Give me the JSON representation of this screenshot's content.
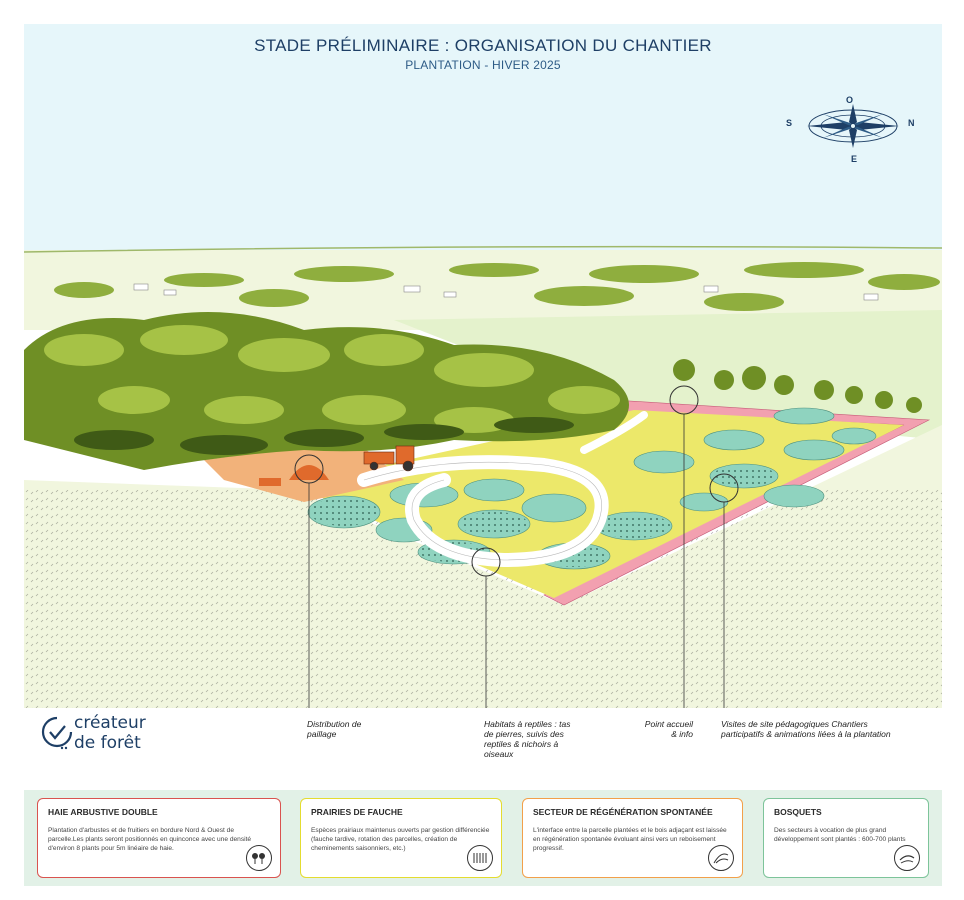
{
  "header": {
    "title": "STADE PRÉLIMINAIRE : ORGANISATION DU CHANTIER",
    "subtitle": "PLANTATION - HIVER 2025"
  },
  "compass": {
    "north": "N",
    "south": "S",
    "west": "O",
    "east": "E"
  },
  "callouts": [
    {
      "text": "Distribution de paillage"
    },
    {
      "text": "Habitats à reptiles : tas de pierres, suivis des reptiles & nichoirs à oiseaux"
    },
    {
      "text": "Point accueil & info"
    },
    {
      "text": "Visites de site pédagogiques Chantiers participatifs & animations liées à la plantation"
    }
  ],
  "logo": {
    "line1": "créateur",
    "line2": "de forêt"
  },
  "legend": [
    {
      "title": "HAIE ARBUSTIVE DOUBLE",
      "text": "Plantation d'arbustes et de fruitiers en bordure Nord & Ouest de parcelle.Les plants seront positionnés en quinconce avec une densité d'environ 8 plants pour 5m linéaire de haie.",
      "icon": "shrub-hedge-icon",
      "color": "#d9534f"
    },
    {
      "title": "PRAIRIES DE FAUCHE",
      "text": "Espèces prairiaux maintenus ouverts par gestion différenciée (fauche tardive, rotation des parcelles, création de cheminements saisonniers, etc.)",
      "icon": "meadow-icon",
      "color": "#e4dc2f"
    },
    {
      "title": "SECTEUR DE RÉGÉNÉRATION SPONTANÉE",
      "text": "L'interface entre la parcelle plantées et le bois adjaçant est laissée en régénération spontanée évoluant ainsi vers un reboisement progressif.",
      "icon": "regeneration-icon",
      "color": "#f2a04a"
    },
    {
      "title": "BOSQUETS",
      "text": "Des secteurs à vocation de plus grand développement sont plantés : 600-700 plants",
      "icon": "grove-icon",
      "color": "#7dc49a"
    }
  ],
  "colors": {
    "sky": "#e6f6fa",
    "forest": "#6f8f25",
    "field": "#f1f6de",
    "meadow": "#ece86a",
    "grove": "#8fd3bf",
    "hedge": "#f2a0b0",
    "orange": "#f2b27a",
    "title": "#1e3f66"
  }
}
